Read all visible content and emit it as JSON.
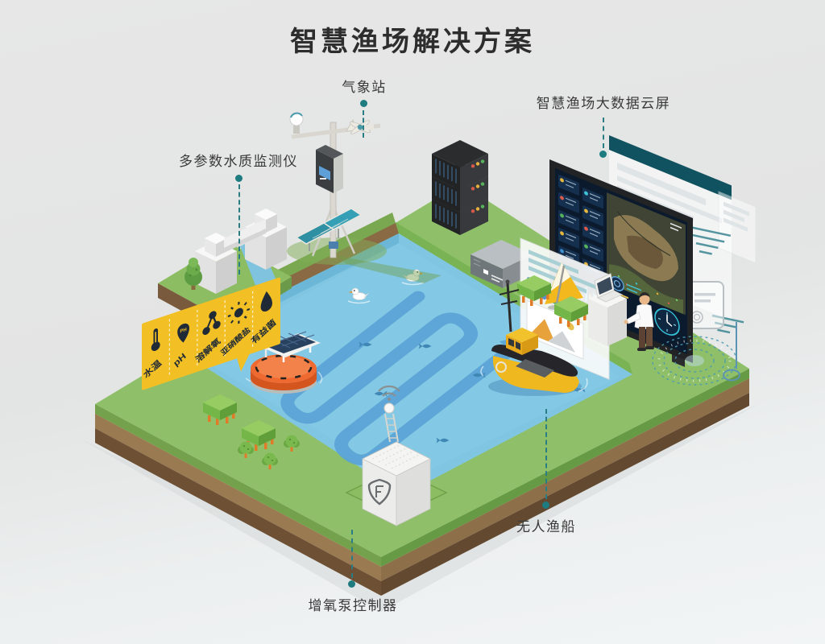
{
  "page": {
    "title": "智慧渔场解决方案"
  },
  "callouts": {
    "weather_station": "气象站",
    "big_data_screen": "智慧渔场大数据云屏",
    "water_quality_monitor": "多参数水质监测仪",
    "unmanned_boat": "无人渔船",
    "aerator_controller": "增氧泵控制器"
  },
  "sensor_board": {
    "pin_text": "PH",
    "items": [
      {
        "icon": "thermometer-icon",
        "label": "水温"
      },
      {
        "icon": "ph-pin-icon",
        "label": "pH"
      },
      {
        "icon": "molecule-icon",
        "label": "溶解氧"
      },
      {
        "icon": "sun-icon",
        "label": "亚硝酸盐"
      },
      {
        "icon": "drop-icon",
        "label": "有益菌"
      }
    ]
  },
  "colors": {
    "accent_teal": "#1e7b80",
    "board_yellow": "#f2bf24",
    "water_blue": "#80c6e2",
    "grass_green": "#8fc069",
    "screen_navy": "#0c1a2e"
  }
}
